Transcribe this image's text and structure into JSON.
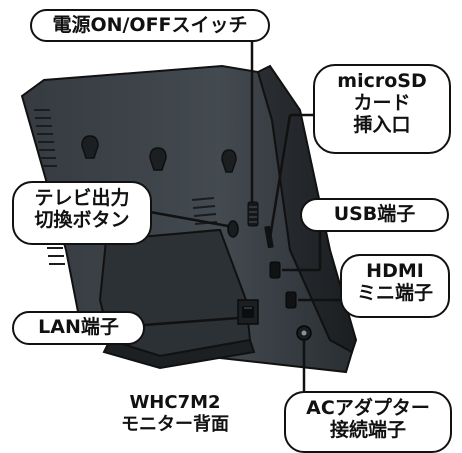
{
  "labels": {
    "power_switch": "電源ON/OFFスイッチ",
    "microsd_line1": "microSD",
    "microsd_line2": "カード",
    "microsd_line3": "挿入口",
    "tv_line1": "テレビ出力",
    "tv_line2": "切換ボタン",
    "usb": "USB端子",
    "hdmi_line1": "HDMI",
    "hdmi_line2": "ミニ端子",
    "lan": "LAN端子",
    "ac_line1": "ACアダプター",
    "ac_line2": "接続端子"
  },
  "caption": {
    "model": "WHC7M2",
    "description": "モニター背面"
  },
  "colors": {
    "body_dark": "#2b2f33",
    "body_mid": "#3c4247",
    "body_light": "#5a6167",
    "outline": "#111111"
  }
}
